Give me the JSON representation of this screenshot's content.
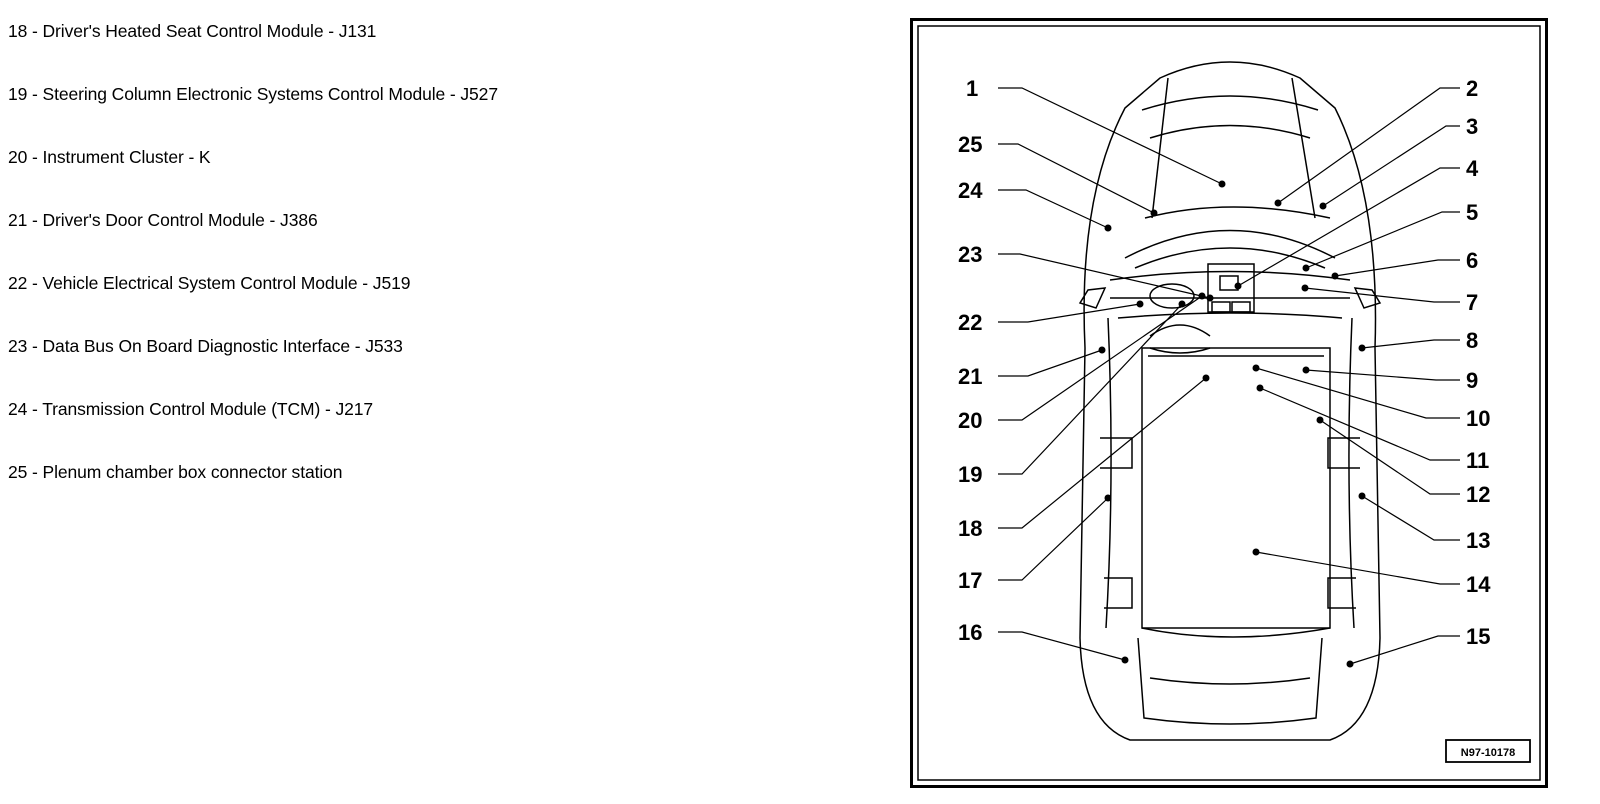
{
  "legend": [
    "18 - Driver's Heated Seat Control Module - J131",
    "19 - Steering Column Electronic Systems Control Module - J527",
    "20 - Instrument Cluster - K",
    "21 - Driver's Door Control Module - J386",
    "22 - Vehicle Electrical System Control Module - J519",
    "23 - Data Bus On Board Diagnostic Interface - J533",
    "24 - Transmission Control Module (TCM) - J217",
    "25 - Plenum chamber box connector station"
  ],
  "callouts": {
    "left": [
      "1",
      "25",
      "24",
      "23",
      "22",
      "21",
      "20",
      "19",
      "18",
      "17",
      "16"
    ],
    "right": [
      "2",
      "3",
      "4",
      "5",
      "6",
      "7",
      "8",
      "9",
      "10",
      "11",
      "12",
      "13",
      "14",
      "15"
    ]
  },
  "figure_ref": "N97-10178"
}
